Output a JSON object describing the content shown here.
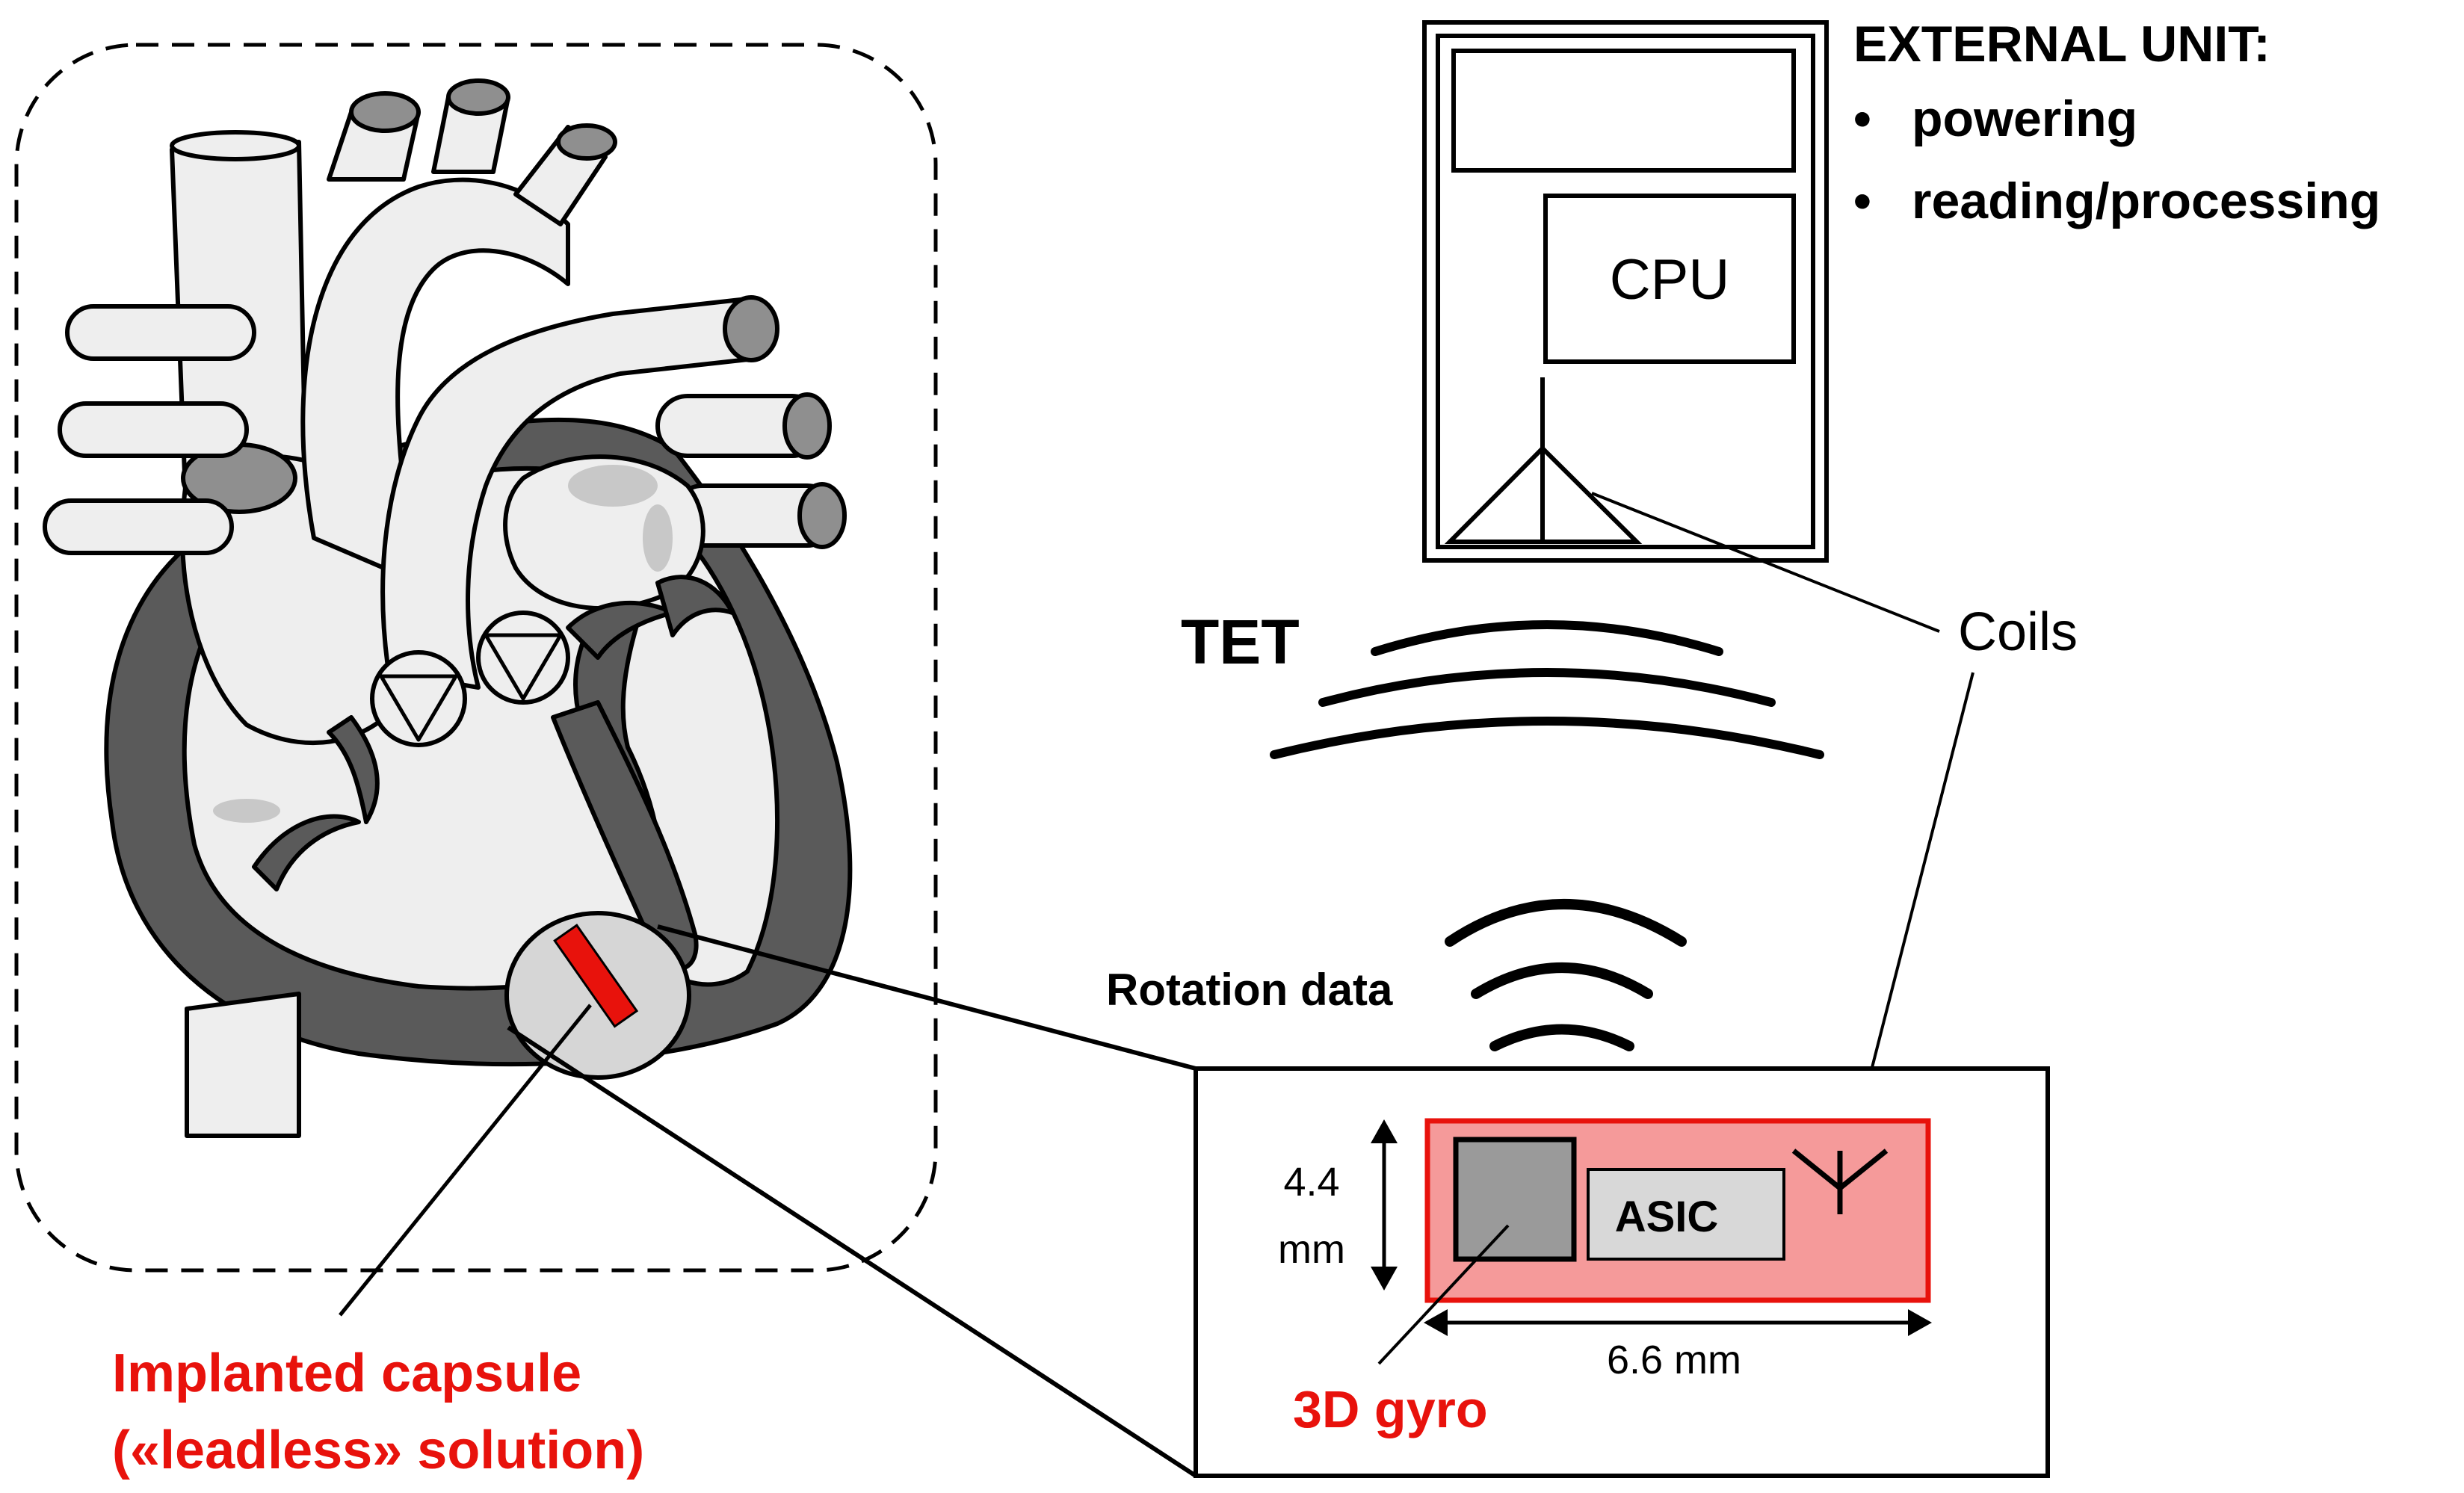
{
  "external_unit": {
    "title": "EXTERNAL UNIT:",
    "bullets": [
      "powering",
      "reading/processing"
    ],
    "cpu_label": "CPU"
  },
  "link": {
    "tet_label": "TET",
    "coils_label": "Coils",
    "rotation_label": "Rotation data"
  },
  "capsule": {
    "asic_label": "ASIC",
    "height_value": "4.4",
    "height_unit": "mm",
    "width_label": "6.6 mm",
    "gyro_label": "3D gyro"
  },
  "implant": {
    "line1": "Implanted capsule",
    "line2": "(«leadless» solution)"
  },
  "colors": {
    "accent_red": "#e8120c",
    "capsule_fill": "#f59a9a",
    "heart_dark": "#5a5a5a",
    "heart_light": "#eeeeee",
    "gyro_gray": "#9a9a9a",
    "asic_gray": "#d8d8d8"
  }
}
